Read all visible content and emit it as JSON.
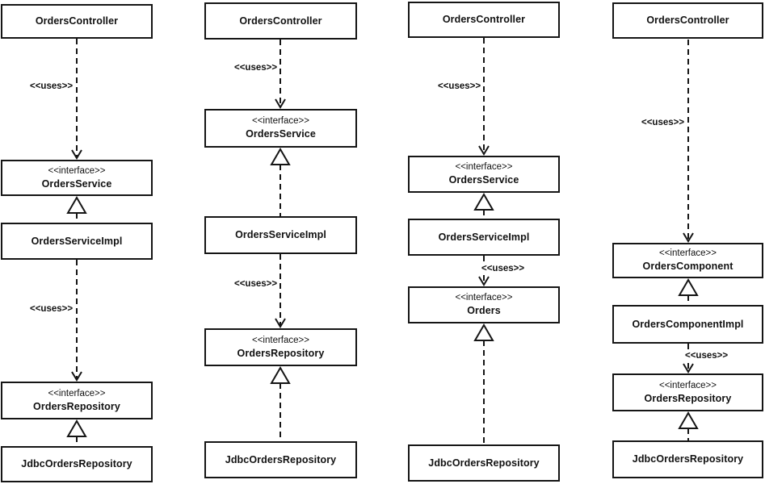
{
  "diagram": {
    "type": "uml-class-diagram",
    "stereotype_interface": "<<interface>>",
    "columns": [
      {
        "boxes": [
          {
            "stereotype": "",
            "label": "OrdersController"
          },
          {
            "stereotype": "<<interface>>",
            "label": "OrdersService"
          },
          {
            "stereotype": "",
            "label": "OrdersServiceImpl"
          },
          {
            "stereotype": "<<interface>>",
            "label": "OrdersRepository"
          },
          {
            "stereotype": "",
            "label": "JdbcOrdersRepository"
          }
        ],
        "edges": [
          {
            "type": "dependency",
            "label": "<<uses>>"
          },
          {
            "type": "realization",
            "label": ""
          },
          {
            "type": "dependency",
            "label": "<<uses>>"
          },
          {
            "type": "realization",
            "label": ""
          }
        ]
      },
      {
        "boxes": [
          {
            "stereotype": "",
            "label": "OrdersController"
          },
          {
            "stereotype": "<<interface>>",
            "label": "OrdersService"
          },
          {
            "stereotype": "",
            "label": "OrdersServiceImpl"
          },
          {
            "stereotype": "<<interface>>",
            "label": "OrdersRepository"
          },
          {
            "stereotype": "",
            "label": "JdbcOrdersRepository"
          }
        ],
        "edges": [
          {
            "type": "dependency",
            "label": "<<uses>>"
          },
          {
            "type": "realization",
            "label": ""
          },
          {
            "type": "dependency",
            "label": "<<uses>>"
          },
          {
            "type": "realization",
            "label": ""
          }
        ]
      },
      {
        "boxes": [
          {
            "stereotype": "",
            "label": "OrdersController"
          },
          {
            "stereotype": "<<interface>>",
            "label": "OrdersService"
          },
          {
            "stereotype": "",
            "label": "OrdersServiceImpl"
          },
          {
            "stereotype": "<<interface>>",
            "label": "Orders"
          },
          {
            "stereotype": "",
            "label": "JdbcOrdersRepository"
          }
        ],
        "edges": [
          {
            "type": "dependency",
            "label": "<<uses>>"
          },
          {
            "type": "realization",
            "label": ""
          },
          {
            "type": "dependency",
            "label": "<<uses>>"
          },
          {
            "type": "realization",
            "label": ""
          }
        ]
      },
      {
        "boxes": [
          {
            "stereotype": "",
            "label": "OrdersController"
          },
          {
            "stereotype": "<<interface>>",
            "label": "OrdersComponent"
          },
          {
            "stereotype": "",
            "label": "OrdersComponentImpl"
          },
          {
            "stereotype": "<<interface>>",
            "label": "OrdersRepository"
          },
          {
            "stereotype": "",
            "label": "JdbcOrdersRepository"
          }
        ],
        "edges": [
          {
            "type": "dependency",
            "label": "<<uses>>"
          },
          {
            "type": "realization",
            "label": ""
          },
          {
            "type": "dependency",
            "label": "<<uses>>"
          },
          {
            "type": "realization",
            "label": ""
          }
        ]
      }
    ]
  }
}
